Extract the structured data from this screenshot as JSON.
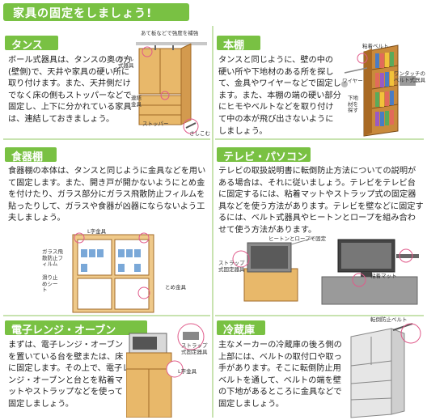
{
  "page_title": "家具の固定をしましょう!",
  "sections": {
    "tansu": {
      "title": "タンス",
      "body": "ボール式器具は、タンスの奥の方(壁側)で、天井や家具の硬い所に取り付けます。また、天井側だけでなく床の側もストッパーなどで固定し、上下に分かれている家具は、連結しておきましょう。",
      "labels": {
        "ceiling_note": "あて板などで強度を補強",
        "ball_fixture": "ボール式器具",
        "connector": "連結金具",
        "stopper": "ストッパー",
        "wedge": "さしこむ"
      }
    },
    "hondana": {
      "title": "本棚",
      "body": "タンスと同じように、壁の中の硬い所や下地材のある所を探して、金具やワイヤーなどで固定します。また、本棚の端の硬い部分にヒモやベルトなどを取り付けて中の本が飛び出さないようにしましょう。",
      "labels": {
        "belt": "粘着ベルト",
        "wire": "ワイヤー",
        "onetouch": "ワンタッチのベルト式器具",
        "base": "下地材を探す"
      }
    },
    "shokkidana": {
      "title": "食器棚",
      "body": "食器棚の本体は、タンスと同じように金具などを用いて固定します。また、開き戸が開かないようにとめ金を付けたり、ガラス部分にガラス飛散防止フィルムを貼ったりして、ガラスや食器が凶器にならないよう工夫しましょう。",
      "labels": {
        "l_bracket": "L字金具",
        "glass_film": "ガラス飛散防止フィルム",
        "slip_sheet": "滑り止めシート",
        "latch": "とめ金具"
      }
    },
    "tv_pc": {
      "title": "テレビ・パソコン",
      "body": "テレビの取扱説明書に転倒防止方法についての説明がある場合は、それに従いましょう。テレビをテレビ台に固定するには、粘着マットやストラップ式の固定器具などを使う方法があります。テレビを壁などに固定するには、ベルト式器具やヒートンとロープを組み合わせて使う方法があります。",
      "labels": {
        "heaton_rope": "ヒートンとロープで固定",
        "strap": "ストラップ式固定器具",
        "mat": "粘着マット"
      }
    },
    "microwave": {
      "title": "電子レンジ・オーブン",
      "body": "まずは、電子レンジ・オーブンを置いている台を壁または、床に固定します。その上で、電子レンジ・オーブンと台とを粘着マットやストラップなどを使って固定しましょう。",
      "labels": {
        "strap": "ストラップ式固定器具",
        "l_bracket": "L字金具"
      }
    },
    "fridge": {
      "title": "冷蔵庫",
      "body": "主なメーカーの冷蔵庫の後ろ側の上部には、ベルトの取付口や取っ手があります。そこに転倒防止用ベルトを通して、ベルトの端を壁の下地があるところに金具などで固定しましょう。",
      "labels": {
        "belt": "転倒防止ベルト"
      }
    }
  },
  "colors": {
    "accent": "#79c143",
    "wood": "#e8b86a",
    "wood_dark": "#c98a3c",
    "microwave_band": "#79c143"
  }
}
